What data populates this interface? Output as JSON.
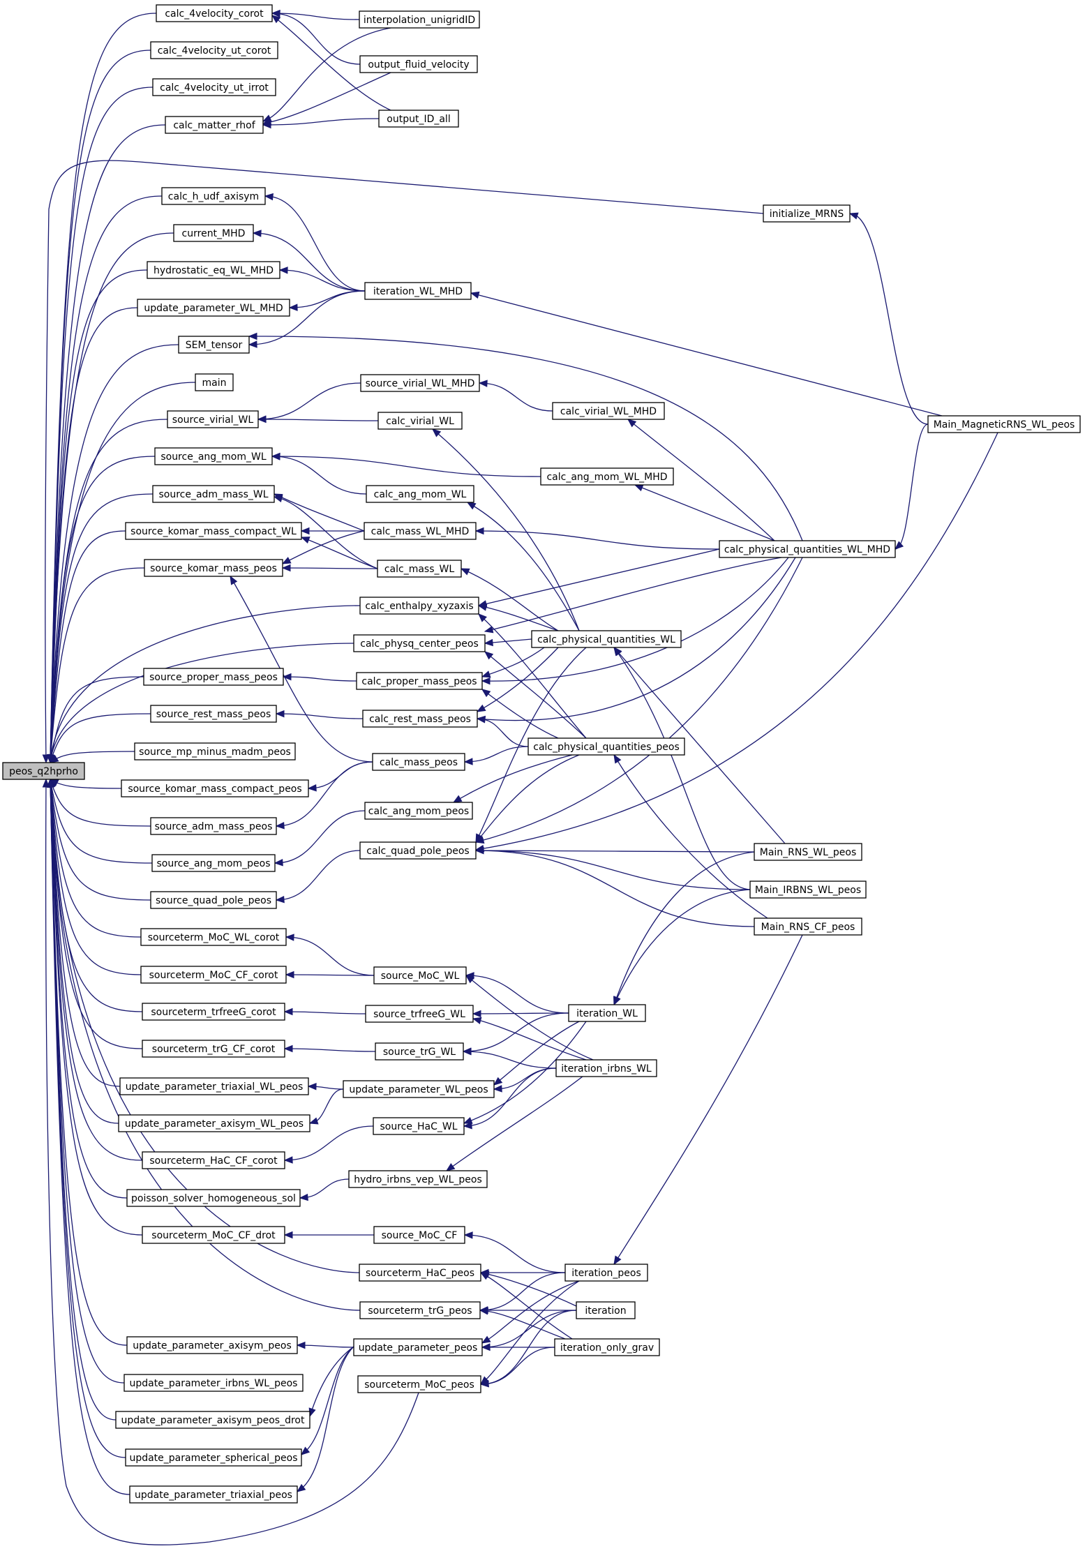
{
  "diagram": {
    "type": "call-graph",
    "colors": {
      "edge": "#191970",
      "root_fill": "#bfbfbf",
      "node_fill": "#ffffff",
      "border": "#000000"
    },
    "nodes": [
      {
        "id": "peos_q2hprho",
        "label": "peos_q2hprho",
        "root": true
      },
      {
        "id": "calc_4velocity_corot",
        "label": "calc_4velocity_corot"
      },
      {
        "id": "calc_4velocity_ut_corot",
        "label": "calc_4velocity_ut_corot"
      },
      {
        "id": "calc_4velocity_ut_irrot",
        "label": "calc_4velocity_ut_irrot"
      },
      {
        "id": "calc_matter_rhof",
        "label": "calc_matter_rhof"
      },
      {
        "id": "calc_h_udf_axisym",
        "label": "calc_h_udf_axisym"
      },
      {
        "id": "current_MHD",
        "label": "current_MHD"
      },
      {
        "id": "hydrostatic_eq_WL_MHD",
        "label": "hydrostatic_eq_WL_MHD"
      },
      {
        "id": "update_parameter_WL_MHD",
        "label": "update_parameter_WL_MHD"
      },
      {
        "id": "SEM_tensor",
        "label": "SEM_tensor"
      },
      {
        "id": "main",
        "label": "main"
      },
      {
        "id": "source_virial_WL",
        "label": "source_virial_WL"
      },
      {
        "id": "source_ang_mom_WL",
        "label": "source_ang_mom_WL"
      },
      {
        "id": "source_adm_mass_WL",
        "label": "source_adm_mass_WL"
      },
      {
        "id": "source_komar_mass_compact_WL",
        "label": "source_komar_mass_compact_WL"
      },
      {
        "id": "source_komar_mass_peos",
        "label": "source_komar_mass_peos"
      },
      {
        "id": "source_proper_mass_peos",
        "label": "source_proper_mass_peos"
      },
      {
        "id": "source_rest_mass_peos",
        "label": "source_rest_mass_peos"
      },
      {
        "id": "source_mp_minus_madm_peos",
        "label": "source_mp_minus_madm_peos"
      },
      {
        "id": "source_komar_mass_compact_peos",
        "label": "source_komar_mass_compact_peos"
      },
      {
        "id": "source_adm_mass_peos",
        "label": "source_adm_mass_peos"
      },
      {
        "id": "source_ang_mom_peos",
        "label": "source_ang_mom_peos"
      },
      {
        "id": "source_quad_pole_peos",
        "label": "source_quad_pole_peos"
      },
      {
        "id": "sourceterm_MoC_WL_corot",
        "label": "sourceterm_MoC_WL_corot"
      },
      {
        "id": "sourceterm_MoC_CF_corot",
        "label": "sourceterm_MoC_CF_corot"
      },
      {
        "id": "sourceterm_trfreeG_corot",
        "label": "sourceterm_trfreeG_corot"
      },
      {
        "id": "sourceterm_trG_CF_corot",
        "label": "sourceterm_trG_CF_corot"
      },
      {
        "id": "update_parameter_triaxial_WL_peos",
        "label": "update_parameter_triaxial_WL_peos"
      },
      {
        "id": "update_parameter_axisym_WL_peos",
        "label": "update_parameter_axisym_WL_peos"
      },
      {
        "id": "sourceterm_HaC_CF_corot",
        "label": "sourceterm_HaC_CF_corot"
      },
      {
        "id": "poisson_solver_homogeneous_sol",
        "label": "poisson_solver_homogeneous_sol"
      },
      {
        "id": "sourceterm_MoC_CF_drot",
        "label": "sourceterm_MoC_CF_drot"
      },
      {
        "id": "sourceterm_HaC_peos",
        "label": "sourceterm_HaC_peos"
      },
      {
        "id": "sourceterm_trG_peos",
        "label": "sourceterm_trG_peos"
      },
      {
        "id": "update_parameter_axisym_peos",
        "label": "update_parameter_axisym_peos"
      },
      {
        "id": "update_parameter_irbns_WL_peos",
        "label": "update_parameter_irbns_WL_peos"
      },
      {
        "id": "update_parameter_axisym_peos_drot",
        "label": "update_parameter_axisym_peos_drot"
      },
      {
        "id": "update_parameter_spherical_peos",
        "label": "update_parameter_spherical_peos"
      },
      {
        "id": "update_parameter_triaxial_peos",
        "label": "update_parameter_triaxial_peos"
      },
      {
        "id": "interpolation_unigridID",
        "label": "interpolation_unigridID"
      },
      {
        "id": "output_fluid_velocity",
        "label": "output_fluid_velocity"
      },
      {
        "id": "output_ID_all",
        "label": "output_ID_all"
      },
      {
        "id": "iteration_WL_MHD",
        "label": "iteration_WL_MHD"
      },
      {
        "id": "source_virial_WL_MHD",
        "label": "source_virial_WL_MHD"
      },
      {
        "id": "calc_virial_WL",
        "label": "calc_virial_WL"
      },
      {
        "id": "calc_ang_mom_WL",
        "label": "calc_ang_mom_WL"
      },
      {
        "id": "calc_mass_WL_MHD",
        "label": "calc_mass_WL_MHD"
      },
      {
        "id": "calc_mass_WL",
        "label": "calc_mass_WL"
      },
      {
        "id": "calc_enthalpy_xyzaxis",
        "label": "calc_enthalpy_xyzaxis"
      },
      {
        "id": "calc_physq_center_peos",
        "label": "calc_physq_center_peos"
      },
      {
        "id": "calc_proper_mass_peos",
        "label": "calc_proper_mass_peos"
      },
      {
        "id": "calc_rest_mass_peos",
        "label": "calc_rest_mass_peos"
      },
      {
        "id": "calc_mass_peos",
        "label": "calc_mass_peos"
      },
      {
        "id": "calc_ang_mom_peos",
        "label": "calc_ang_mom_peos"
      },
      {
        "id": "calc_quad_pole_peos",
        "label": "calc_quad_pole_peos"
      },
      {
        "id": "source_MoC_WL",
        "label": "source_MoC_WL"
      },
      {
        "id": "source_trfreeG_WL",
        "label": "source_trfreeG_WL"
      },
      {
        "id": "source_trG_WL",
        "label": "source_trG_WL"
      },
      {
        "id": "update_parameter_WL_peos",
        "label": "update_parameter_WL_peos"
      },
      {
        "id": "source_HaC_WL",
        "label": "source_HaC_WL"
      },
      {
        "id": "hydro_irbns_vep_WL_peos",
        "label": "hydro_irbns_vep_WL_peos"
      },
      {
        "id": "source_MoC_CF",
        "label": "source_MoC_CF"
      },
      {
        "id": "update_parameter_peos",
        "label": "update_parameter_peos"
      },
      {
        "id": "sourceterm_MoC_peos",
        "label": "sourceterm_MoC_peos"
      },
      {
        "id": "calc_virial_WL_MHD",
        "label": "calc_virial_WL_MHD"
      },
      {
        "id": "calc_ang_mom_WL_MHD",
        "label": "calc_ang_mom_WL_MHD"
      },
      {
        "id": "calc_physical_quantities_WL",
        "label": "calc_physical_quantities_WL"
      },
      {
        "id": "calc_physical_quantities_peos",
        "label": "calc_physical_quantities_peos"
      },
      {
        "id": "iteration_WL",
        "label": "iteration_WL"
      },
      {
        "id": "iteration_irbns_WL",
        "label": "iteration_irbns_WL"
      },
      {
        "id": "iteration_peos",
        "label": "iteration_peos"
      },
      {
        "id": "iteration",
        "label": "iteration"
      },
      {
        "id": "iteration_only_grav",
        "label": "iteration_only_grav"
      },
      {
        "id": "initialize_MRNS",
        "label": "initialize_MRNS"
      },
      {
        "id": "calc_physical_quantities_WL_MHD",
        "label": "calc_physical_quantities_WL_MHD"
      },
      {
        "id": "Main_RNS_WL_peos",
        "label": "Main_RNS_WL_peos"
      },
      {
        "id": "Main_IRBNS_WL_peos",
        "label": "Main_IRBNS_WL_peos"
      },
      {
        "id": "Main_RNS_CF_peos",
        "label": "Main_RNS_CF_peos"
      },
      {
        "id": "Main_MagneticRNS_WL_peos",
        "label": "Main_MagneticRNS_WL_peos"
      }
    ],
    "edges": [
      [
        "calc_4velocity_corot",
        "peos_q2hprho"
      ],
      [
        "calc_4velocity_ut_corot",
        "peos_q2hprho"
      ],
      [
        "calc_4velocity_ut_irrot",
        "peos_q2hprho"
      ],
      [
        "calc_matter_rhof",
        "peos_q2hprho"
      ],
      [
        "initialize_MRNS",
        "peos_q2hprho"
      ],
      [
        "calc_h_udf_axisym",
        "peos_q2hprho"
      ],
      [
        "current_MHD",
        "peos_q2hprho"
      ],
      [
        "hydrostatic_eq_WL_MHD",
        "peos_q2hprho"
      ],
      [
        "update_parameter_WL_MHD",
        "peos_q2hprho"
      ],
      [
        "SEM_tensor",
        "peos_q2hprho"
      ],
      [
        "main",
        "peos_q2hprho"
      ],
      [
        "source_virial_WL",
        "peos_q2hprho"
      ],
      [
        "source_ang_mom_WL",
        "peos_q2hprho"
      ],
      [
        "source_adm_mass_WL",
        "peos_q2hprho"
      ],
      [
        "source_komar_mass_compact_WL",
        "peos_q2hprho"
      ],
      [
        "source_komar_mass_peos",
        "peos_q2hprho"
      ],
      [
        "calc_enthalpy_xyzaxis",
        "peos_q2hprho"
      ],
      [
        "calc_physq_center_peos",
        "peos_q2hprho"
      ],
      [
        "source_proper_mass_peos",
        "peos_q2hprho"
      ],
      [
        "source_rest_mass_peos",
        "peos_q2hprho"
      ],
      [
        "source_mp_minus_madm_peos",
        "peos_q2hprho"
      ],
      [
        "source_komar_mass_compact_peos",
        "peos_q2hprho"
      ],
      [
        "source_adm_mass_peos",
        "peos_q2hprho"
      ],
      [
        "source_ang_mom_peos",
        "peos_q2hprho"
      ],
      [
        "source_quad_pole_peos",
        "peos_q2hprho"
      ],
      [
        "sourceterm_MoC_WL_corot",
        "peos_q2hprho"
      ],
      [
        "sourceterm_MoC_CF_corot",
        "peos_q2hprho"
      ],
      [
        "sourceterm_trfreeG_corot",
        "peos_q2hprho"
      ],
      [
        "sourceterm_trG_CF_corot",
        "peos_q2hprho"
      ],
      [
        "update_parameter_triaxial_WL_peos",
        "peos_q2hprho"
      ],
      [
        "update_parameter_axisym_WL_peos",
        "peos_q2hprho"
      ],
      [
        "sourceterm_HaC_CF_corot",
        "peos_q2hprho"
      ],
      [
        "poisson_solver_homogeneous_sol",
        "peos_q2hprho"
      ],
      [
        "sourceterm_MoC_CF_drot",
        "peos_q2hprho"
      ],
      [
        "sourceterm_HaC_peos",
        "peos_q2hprho"
      ],
      [
        "sourceterm_trG_peos",
        "peos_q2hprho"
      ],
      [
        "update_parameter_axisym_peos",
        "peos_q2hprho"
      ],
      [
        "update_parameter_irbns_WL_peos",
        "peos_q2hprho"
      ],
      [
        "update_parameter_axisym_peos_drot",
        "peos_q2hprho"
      ],
      [
        "update_parameter_spherical_peos",
        "peos_q2hprho"
      ],
      [
        "update_parameter_triaxial_peos",
        "peos_q2hprho"
      ],
      [
        "sourceterm_MoC_peos",
        "peos_q2hprho"
      ],
      [
        "interpolation_unigridID",
        "calc_4velocity_corot"
      ],
      [
        "output_fluid_velocity",
        "calc_4velocity_corot"
      ],
      [
        "output_ID_all",
        "calc_4velocity_corot"
      ],
      [
        "interpolation_unigridID",
        "calc_matter_rhof"
      ],
      [
        "output_fluid_velocity",
        "calc_matter_rhof"
      ],
      [
        "output_ID_all",
        "calc_matter_rhof"
      ],
      [
        "iteration_WL_MHD",
        "calc_h_udf_axisym"
      ],
      [
        "iteration_WL_MHD",
        "current_MHD"
      ],
      [
        "iteration_WL_MHD",
        "hydrostatic_eq_WL_MHD"
      ],
      [
        "iteration_WL_MHD",
        "update_parameter_WL_MHD"
      ],
      [
        "iteration_WL_MHD",
        "SEM_tensor"
      ],
      [
        "calc_physical_quantities_WL_MHD",
        "SEM_tensor"
      ],
      [
        "source_virial_WL_MHD",
        "source_virial_WL"
      ],
      [
        "calc_virial_WL",
        "source_virial_WL"
      ],
      [
        "calc_ang_mom_WL",
        "source_ang_mom_WL"
      ],
      [
        "calc_ang_mom_WL_MHD",
        "source_ang_mom_WL"
      ],
      [
        "calc_mass_WL_MHD",
        "source_adm_mass_WL"
      ],
      [
        "calc_mass_WL",
        "source_adm_mass_WL"
      ],
      [
        "calc_mass_WL_MHD",
        "source_komar_mass_compact_WL"
      ],
      [
        "calc_mass_WL",
        "source_komar_mass_compact_WL"
      ],
      [
        "calc_mass_WL_MHD",
        "source_komar_mass_peos"
      ],
      [
        "calc_mass_WL",
        "source_komar_mass_peos"
      ],
      [
        "calc_mass_peos",
        "source_komar_mass_peos"
      ],
      [
        "calc_proper_mass_peos",
        "source_proper_mass_peos"
      ],
      [
        "calc_rest_mass_peos",
        "source_rest_mass_peos"
      ],
      [
        "calc_mass_peos",
        "source_komar_mass_compact_peos"
      ],
      [
        "calc_mass_peos",
        "source_adm_mass_peos"
      ],
      [
        "calc_ang_mom_peos",
        "source_ang_mom_peos"
      ],
      [
        "calc_quad_pole_peos",
        "source_quad_pole_peos"
      ],
      [
        "source_MoC_WL",
        "sourceterm_MoC_WL_corot"
      ],
      [
        "source_MoC_WL",
        "sourceterm_MoC_CF_corot"
      ],
      [
        "source_trfreeG_WL",
        "sourceterm_trfreeG_corot"
      ],
      [
        "source_trG_WL",
        "sourceterm_trG_CF_corot"
      ],
      [
        "update_parameter_WL_peos",
        "update_parameter_triaxial_WL_peos"
      ],
      [
        "update_parameter_WL_peos",
        "update_parameter_axisym_WL_peos"
      ],
      [
        "source_HaC_WL",
        "sourceterm_HaC_CF_corot"
      ],
      [
        "hydro_irbns_vep_WL_peos",
        "poisson_solver_homogeneous_sol"
      ],
      [
        "source_MoC_CF",
        "sourceterm_MoC_CF_drot"
      ],
      [
        "update_parameter_peos",
        "update_parameter_axisym_peos"
      ],
      [
        "update_parameter_peos",
        "update_parameter_axisym_peos_drot"
      ],
      [
        "update_parameter_peos",
        "update_parameter_spherical_peos"
      ],
      [
        "update_parameter_peos",
        "update_parameter_triaxial_peos"
      ],
      [
        "calc_virial_WL_MHD",
        "source_virial_WL_MHD"
      ],
      [
        "Main_MagneticRNS_WL_peos",
        "iteration_WL_MHD"
      ],
      [
        "Main_MagneticRNS_WL_peos",
        "initialize_MRNS"
      ],
      [
        "Main_MagneticRNS_WL_peos",
        "calc_physical_quantities_WL_MHD"
      ],
      [
        "Main_MagneticRNS_WL_peos",
        "calc_quad_pole_peos"
      ],
      [
        "calc_physical_quantities_WL",
        "calc_virial_WL"
      ],
      [
        "calc_physical_quantities_WL_MHD",
        "calc_virial_WL_MHD"
      ],
      [
        "calc_physical_quantities_WL",
        "calc_ang_mom_WL"
      ],
      [
        "calc_physical_quantities_WL_MHD",
        "calc_ang_mom_WL_MHD"
      ],
      [
        "calc_physical_quantities_WL_MHD",
        "calc_mass_WL_MHD"
      ],
      [
        "calc_physical_quantities_WL",
        "calc_mass_WL"
      ],
      [
        "calc_physical_quantities_WL",
        "calc_enthalpy_xyzaxis"
      ],
      [
        "calc_physical_quantities_WL_MHD",
        "calc_enthalpy_xyzaxis"
      ],
      [
        "calc_physical_quantities_peos",
        "calc_enthalpy_xyzaxis"
      ],
      [
        "calc_physical_quantities_WL",
        "calc_physq_center_peos"
      ],
      [
        "calc_physical_quantities_WL_MHD",
        "calc_physq_center_peos"
      ],
      [
        "calc_physical_quantities_peos",
        "calc_physq_center_peos"
      ],
      [
        "calc_physical_quantities_WL",
        "calc_proper_mass_peos"
      ],
      [
        "calc_physical_quantities_WL_MHD",
        "calc_proper_mass_peos"
      ],
      [
        "calc_physical_quantities_peos",
        "calc_proper_mass_peos"
      ],
      [
        "calc_physical_quantities_WL",
        "calc_rest_mass_peos"
      ],
      [
        "calc_physical_quantities_WL_MHD",
        "calc_rest_mass_peos"
      ],
      [
        "calc_physical_quantities_peos",
        "calc_rest_mass_peos"
      ],
      [
        "calc_physical_quantities_peos",
        "calc_mass_peos"
      ],
      [
        "calc_physical_quantities_peos",
        "calc_ang_mom_peos"
      ],
      [
        "calc_physical_quantities_WL",
        "calc_quad_pole_peos"
      ],
      [
        "calc_physical_quantities_WL_MHD",
        "calc_quad_pole_peos"
      ],
      [
        "calc_physical_quantities_peos",
        "calc_quad_pole_peos"
      ],
      [
        "Main_RNS_WL_peos",
        "calc_quad_pole_peos"
      ],
      [
        "Main_IRBNS_WL_peos",
        "calc_quad_pole_peos"
      ],
      [
        "Main_RNS_CF_peos",
        "calc_quad_pole_peos"
      ],
      [
        "Main_RNS_WL_peos",
        "calc_physical_quantities_WL"
      ],
      [
        "Main_IRBNS_WL_peos",
        "calc_physical_quantities_WL"
      ],
      [
        "Main_RNS_CF_peos",
        "calc_physical_quantities_peos"
      ],
      [
        "iteration_WL",
        "source_MoC_WL"
      ],
      [
        "iteration_irbns_WL",
        "source_MoC_WL"
      ],
      [
        "iteration_WL",
        "source_trfreeG_WL"
      ],
      [
        "iteration_irbns_WL",
        "source_trfreeG_WL"
      ],
      [
        "iteration_WL",
        "source_trG_WL"
      ],
      [
        "iteration_irbns_WL",
        "source_trG_WL"
      ],
      [
        "iteration_WL",
        "update_parameter_WL_peos"
      ],
      [
        "iteration_irbns_WL",
        "update_parameter_WL_peos"
      ],
      [
        "iteration_WL",
        "source_HaC_WL"
      ],
      [
        "iteration_irbns_WL",
        "source_HaC_WL"
      ],
      [
        "iteration_irbns_WL",
        "hydro_irbns_vep_WL_peos"
      ],
      [
        "Main_RNS_WL_peos",
        "iteration_WL"
      ],
      [
        "Main_IRBNS_WL_peos",
        "iteration_WL"
      ],
      [
        "Main_RNS_CF_peos",
        "iteration_peos"
      ],
      [
        "iteration_peos",
        "source_MoC_CF"
      ],
      [
        "iteration_peos",
        "sourceterm_HaC_peos"
      ],
      [
        "iteration",
        "sourceterm_HaC_peos"
      ],
      [
        "iteration_only_grav",
        "sourceterm_HaC_peos"
      ],
      [
        "iteration_peos",
        "sourceterm_trG_peos"
      ],
      [
        "iteration",
        "sourceterm_trG_peos"
      ],
      [
        "iteration_only_grav",
        "sourceterm_trG_peos"
      ],
      [
        "iteration_peos",
        "update_parameter_peos"
      ],
      [
        "iteration",
        "update_parameter_peos"
      ],
      [
        "iteration_only_grav",
        "update_parameter_peos"
      ],
      [
        "iteration_peos",
        "sourceterm_MoC_peos"
      ],
      [
        "iteration",
        "sourceterm_MoC_peos"
      ],
      [
        "iteration_only_grav",
        "sourceterm_MoC_peos"
      ]
    ]
  }
}
